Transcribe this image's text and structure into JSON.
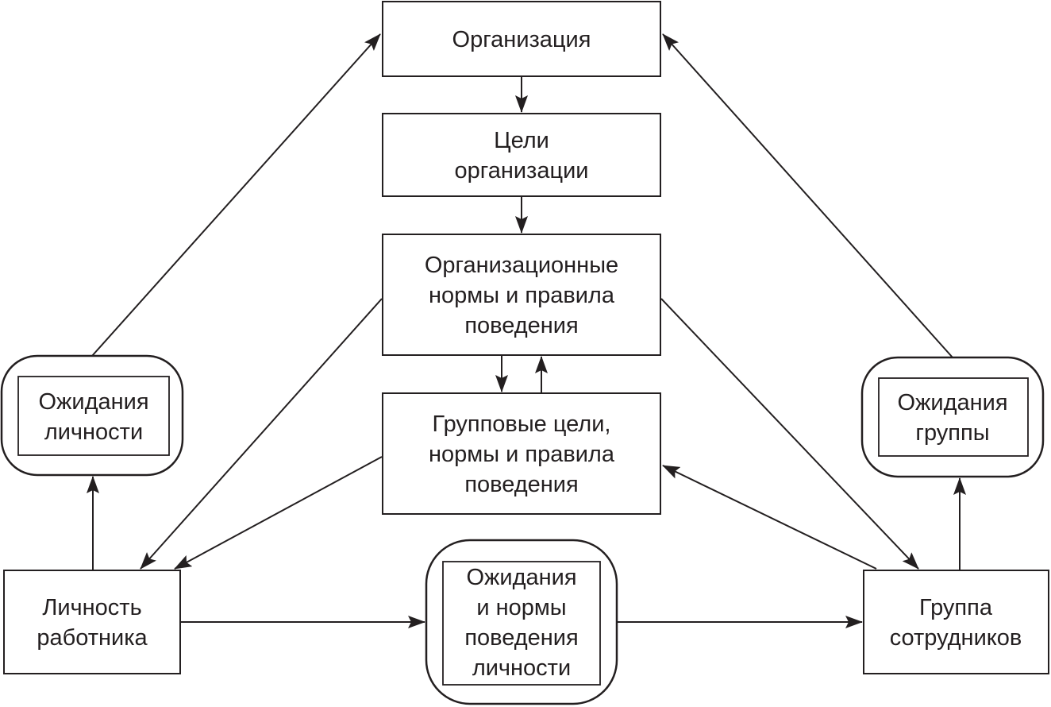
{
  "nodes": {
    "organization": {
      "lines": [
        "Организация"
      ]
    },
    "org_goals": {
      "lines": [
        "Цели",
        "организации"
      ]
    },
    "org_norms": {
      "lines": [
        "Организационные",
        "нормы и правила",
        "поведения"
      ]
    },
    "group_goals": {
      "lines": [
        "Групповые цели,",
        "нормы и правила",
        "поведения"
      ]
    },
    "personal_expectations": {
      "lines": [
        "Ожидания",
        "личности"
      ]
    },
    "group_expectations": {
      "lines": [
        "Ожидания",
        "группы"
      ]
    },
    "personal_norms": {
      "lines": [
        "Ожидания",
        "и нормы",
        "поведения",
        "личности"
      ]
    },
    "employee": {
      "lines": [
        "Личность",
        "работника"
      ]
    },
    "staff_group": {
      "lines": [
        "Группа",
        "сотрудников"
      ]
    }
  },
  "edges": [
    {
      "from": "organization",
      "to": "org_goals"
    },
    {
      "from": "org_goals",
      "to": "org_norms"
    },
    {
      "from": "org_norms",
      "to": "group_goals"
    },
    {
      "from": "group_goals",
      "to": "org_norms"
    },
    {
      "from": "personal_expectations",
      "to": "organization"
    },
    {
      "from": "group_expectations",
      "to": "organization"
    },
    {
      "from": "org_norms",
      "to": "employee"
    },
    {
      "from": "group_goals",
      "to": "employee"
    },
    {
      "from": "org_norms",
      "to": "staff_group"
    },
    {
      "from": "staff_group",
      "to": "group_goals"
    },
    {
      "from": "employee",
      "to": "personal_expectations"
    },
    {
      "from": "staff_group",
      "to": "group_expectations"
    },
    {
      "from": "employee",
      "to": "personal_norms"
    },
    {
      "from": "personal_norms",
      "to": "staff_group"
    }
  ],
  "colors": {
    "line": "#231f20",
    "background": "#ffffff"
  }
}
